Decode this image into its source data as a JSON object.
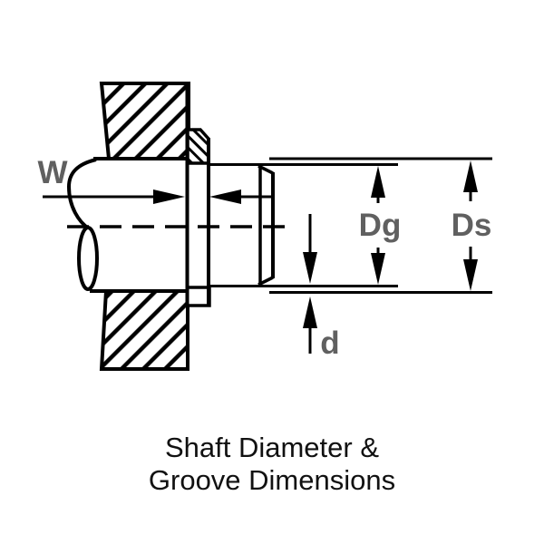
{
  "diagram": {
    "caption": {
      "line1": "Shaft Diameter &",
      "line2": "Groove Dimensions"
    },
    "dimensions": {
      "groove_width_label": "W",
      "groove_diameter_label": "Dg",
      "shaft_diameter_label": "Ds",
      "groove_depth_label": "d"
    },
    "colors": {
      "line_color": "#000000",
      "dimension_label_color": "#606060",
      "caption_color": "#111111",
      "background": "#ffffff"
    }
  }
}
